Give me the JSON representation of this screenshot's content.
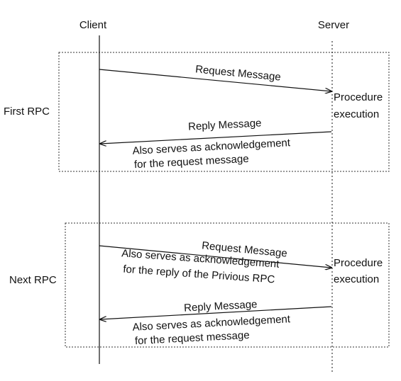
{
  "participants": {
    "client": "Client",
    "server": "Server"
  },
  "groups": {
    "first": {
      "label": "First RPC",
      "request": "Request Message",
      "procedure_line1": "Procedure",
      "procedure_line2": "execution",
      "reply": "Reply Message",
      "ack_line1": "Also serves as acknowledgement",
      "ack_line2": "for the request message"
    },
    "next": {
      "label": "Next RPC",
      "request": "Request Message",
      "request_ack_line1": "Also serves as acknowledgement",
      "request_ack_line2": "for the reply of the Privious RPC",
      "procedure_line1": "Procedure",
      "procedure_line2": "execution",
      "reply": "Reply Message",
      "ack_line1": "Also serves as acknowledgement",
      "ack_line2": "for the request message"
    }
  },
  "colors": {
    "line": "#111111",
    "box_border": "#333333",
    "background": "#ffffff"
  }
}
